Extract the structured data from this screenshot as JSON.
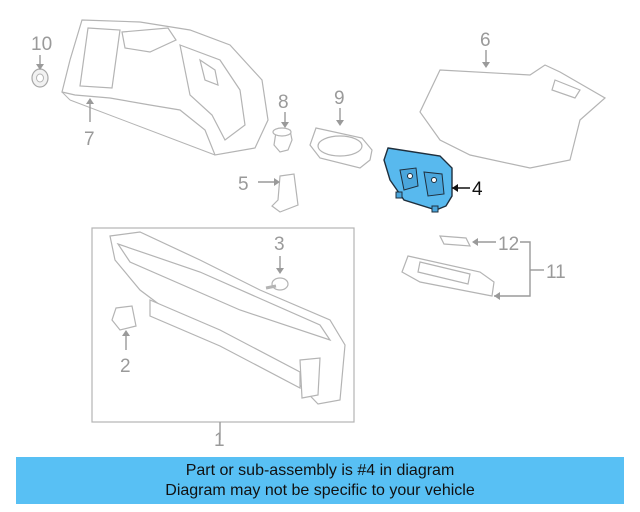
{
  "callouts": {
    "c1": "1",
    "c2": "2",
    "c3": "3",
    "c4": "4",
    "c5": "5",
    "c6": "6",
    "c7": "7",
    "c8": "8",
    "c9": "9",
    "c10": "10",
    "c11": "11",
    "c12": "12"
  },
  "highlighted_part": "4",
  "colors": {
    "highlight": "#58b9ee",
    "banner": "#58c0f4",
    "line": "#b4b4b4"
  },
  "banner": {
    "line1": "Part or sub-assembly is #4 in diagram",
    "line2": "Diagram may not be specific to your vehicle"
  }
}
